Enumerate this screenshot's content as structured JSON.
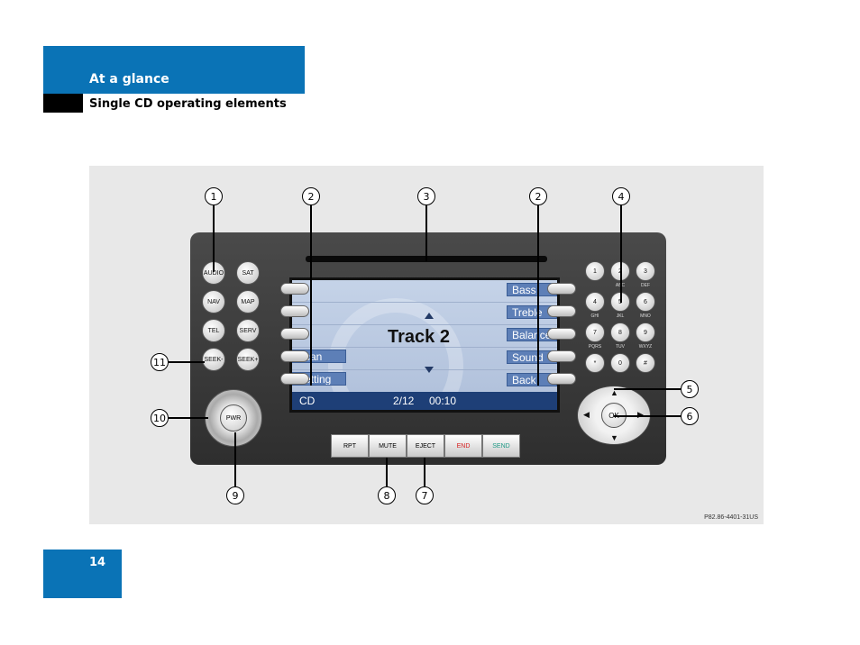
{
  "header": {
    "section": "At a glance",
    "subsection": "Single CD operating elements"
  },
  "figure": {
    "code": "P82.86-4401-31US",
    "screen": {
      "left_labels": [
        "Scan",
        "Setting"
      ],
      "right_labels": [
        "Bass",
        "Treble",
        "Balance",
        "Sound",
        "Back"
      ],
      "track_title": "Track 2",
      "source": "CD",
      "track_info": "2/12",
      "time": "00:10"
    },
    "left_buttons": [
      {
        "label": "AUDIO"
      },
      {
        "label": "SAT"
      },
      {
        "label": "NAV"
      },
      {
        "label": "MAP"
      },
      {
        "label": "TEL"
      },
      {
        "label": "SERV"
      },
      {
        "label": "SEEK-"
      },
      {
        "label": "SEEK+"
      }
    ],
    "knob_label": "PWR",
    "keypad": [
      {
        "digit": "1",
        "sub": ""
      },
      {
        "digit": "2",
        "sub": "ABC"
      },
      {
        "digit": "3",
        "sub": "DEF"
      },
      {
        "digit": "4",
        "sub": "GHI"
      },
      {
        "digit": "5",
        "sub": "JKL"
      },
      {
        "digit": "6",
        "sub": "MNO"
      },
      {
        "digit": "7",
        "sub": "PQRS"
      },
      {
        "digit": "8",
        "sub": "TUV"
      },
      {
        "digit": "9",
        "sub": "WXYZ"
      },
      {
        "digit": "*",
        "sub": ""
      },
      {
        "digit": "0",
        "sub": ""
      },
      {
        "digit": "#",
        "sub": ""
      }
    ],
    "ok_label": "OK",
    "bottom_buttons": [
      {
        "label": "RPT",
        "color": "#111111"
      },
      {
        "label": "MUTE",
        "color": "#111111"
      },
      {
        "label": "EJECT",
        "color": "#111111"
      },
      {
        "label": "END",
        "color": "#d62020"
      },
      {
        "label": "SEND",
        "color": "#1f9a86"
      }
    ],
    "callouts": [
      "1",
      "2",
      "3",
      "2",
      "4",
      "5",
      "6",
      "7",
      "8",
      "9",
      "10",
      "11"
    ]
  },
  "page_number": "14",
  "colors": {
    "brand_blue": "#0a73b6",
    "screen_bar": "#1e3f77",
    "softkey_label": "#5d7fb7"
  }
}
